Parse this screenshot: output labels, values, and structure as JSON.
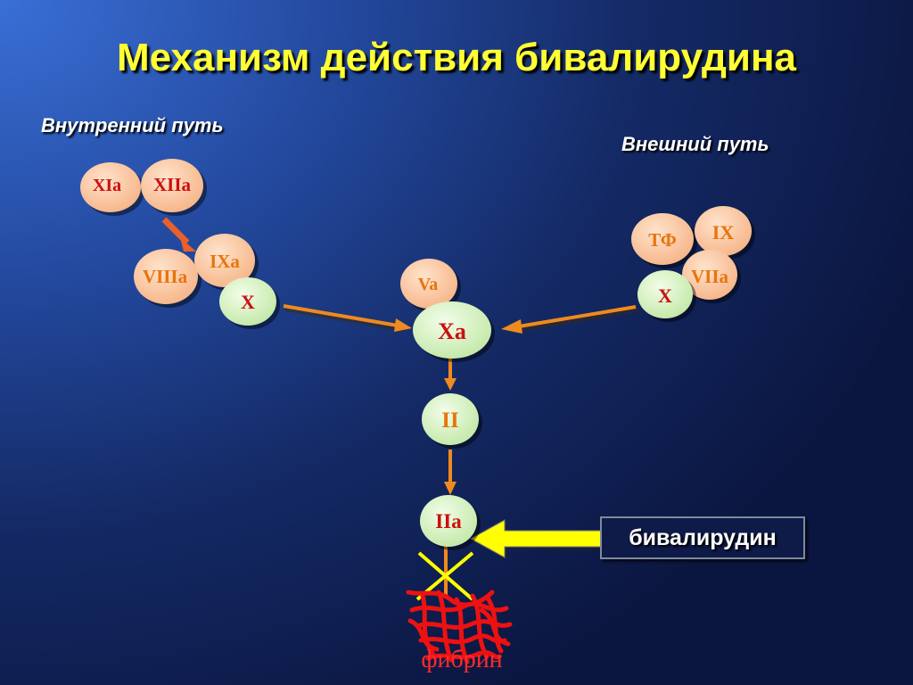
{
  "title": "Механизм действия бивалирудина",
  "intrinsic_path_label": "Внутренний путь",
  "extrinsic_path_label": "Внешний путь",
  "factors": {
    "XIa": "XIa",
    "XIIa": "XIIa",
    "VIIIa": "VIIIa",
    "IXa": "IXa",
    "X_intrinsic": "X",
    "Va": "Va",
    "Xa": "Xa",
    "TF": "ТФ",
    "IX": "IX",
    "VIIa": "VIIa",
    "X_extrinsic": "X",
    "II": "II",
    "IIa": "IIa"
  },
  "inhibitor_label": "бивалирудин",
  "product_label": "фибрин",
  "colors": {
    "title": "#ffff33",
    "factor_peach": "#fcc9a4",
    "factor_green": "#d7f3c2",
    "text_orange": "#e8740c",
    "text_red": "#cc1010",
    "arrow_orange": "#ef8a1e",
    "inhibitor_arrow": "#ffff00",
    "fibrin_red": "#ee1111"
  }
}
